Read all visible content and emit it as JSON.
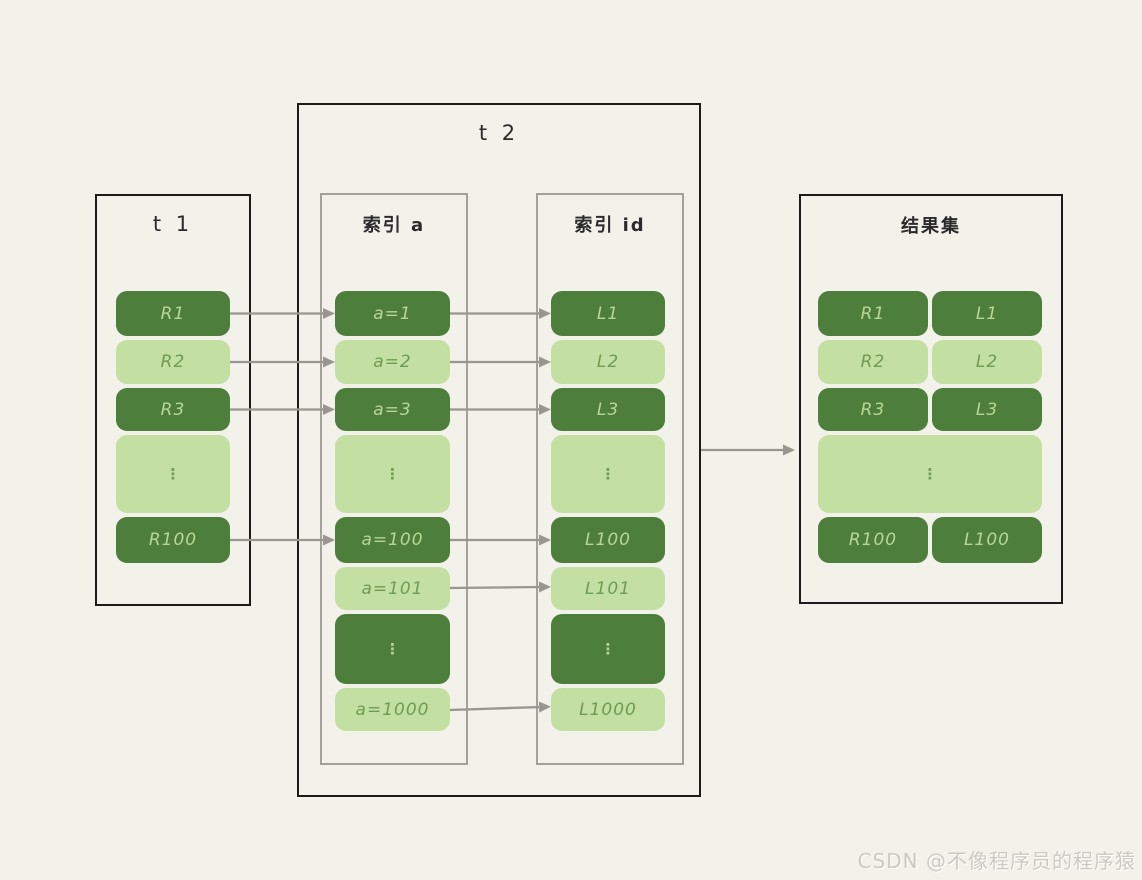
{
  "palette": {
    "background": "#f2f1ea",
    "cell_dark": "#4e7e3c",
    "cell_light": "#c3e0a2",
    "text_on_dark": "#b7d795",
    "text_on_light": "#6f9b52",
    "outer_border": "#1c1c1c",
    "inner_border": "#a2a19c",
    "arrow": "#999590",
    "watermark_color": "#ccc9c1"
  },
  "t1": {
    "title": "t 1",
    "cells": [
      "R1",
      "R2",
      "R3",
      "⋮",
      "R100"
    ]
  },
  "t2": {
    "title": "t 2",
    "index_a": {
      "title": "索引 a",
      "cells": [
        "a=1",
        "a=2",
        "a=3",
        "⋮",
        "a=100",
        "a=101",
        "⋮",
        "a=1000"
      ]
    },
    "index_id": {
      "title": "索引 id",
      "cells": [
        "L1",
        "L2",
        "L3",
        "⋮",
        "L100",
        "L101",
        "⋮",
        "L1000"
      ]
    }
  },
  "result": {
    "title": "结果集",
    "left": [
      "R1",
      "R2",
      "R3",
      "R100"
    ],
    "right": [
      "L1",
      "L2",
      "L3",
      "L100"
    ],
    "dots": "⋮"
  },
  "watermark": "CSDN @不像程序员的程序猿"
}
